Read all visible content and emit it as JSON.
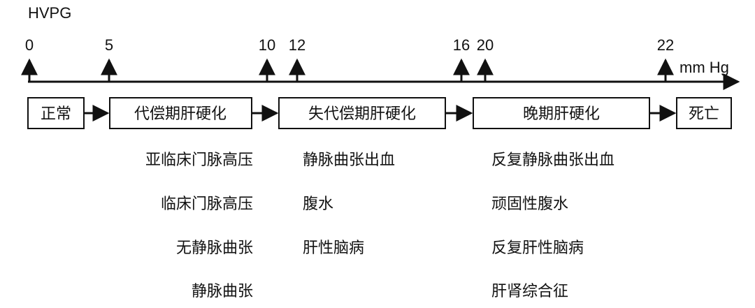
{
  "axis": {
    "title": "HVPG",
    "unit": "mm Hg",
    "ticks": [
      "0",
      "5",
      "10",
      "12",
      "16",
      "20",
      "22"
    ]
  },
  "stages": [
    {
      "label": "正常"
    },
    {
      "label": "代偿期肝硬化"
    },
    {
      "label": "失代偿期肝硬化"
    },
    {
      "label": "晚期肝硬化"
    },
    {
      "label": "死亡"
    }
  ],
  "columns": [
    {
      "items": [
        "亚临床门脉高压",
        "临床门脉高压",
        "无静脉曲张",
        "静脉曲张"
      ]
    },
    {
      "items": [
        "静脉曲张出血",
        "腹水",
        "肝性脑病"
      ]
    },
    {
      "items": [
        "反复静脉曲张出血",
        "顽固性腹水",
        "反复肝性脑病",
        "肝肾综合征"
      ]
    }
  ]
}
